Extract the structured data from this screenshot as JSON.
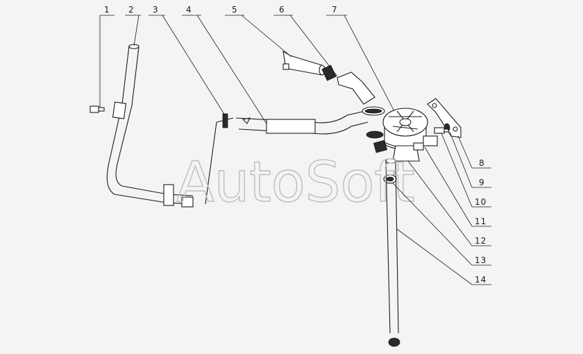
{
  "watermark": "AutoSoft",
  "callouts": [
    "1",
    "2",
    "3",
    "4",
    "5",
    "6",
    "7",
    "8",
    "9",
    "10",
    "11",
    "12",
    "13",
    "14"
  ],
  "colors": {
    "background": "#f4f4f4",
    "ink": "#1a1a1a",
    "watermark": "#bdbdbd"
  }
}
